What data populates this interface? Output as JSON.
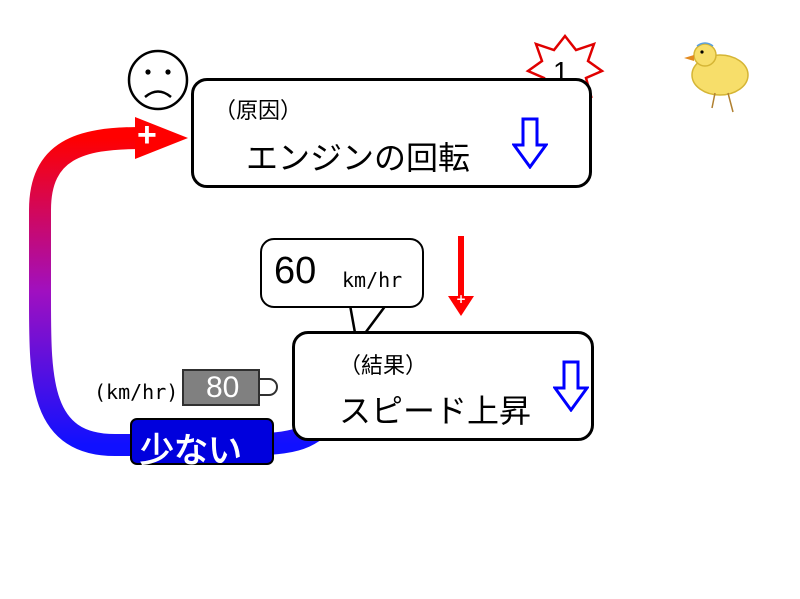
{
  "cause_box": {
    "tag": "（原因）",
    "label": "エンジンの回転",
    "trend_icon": "down-arrow-icon",
    "badge": "1",
    "badge_icon": "starburst-icon"
  },
  "effect_box": {
    "tag": "（結果）",
    "label": "スピード上昇",
    "trend_icon": "down-arrow-icon"
  },
  "speed_callout": {
    "value": "60",
    "unit": "km/hr"
  },
  "link_sign_cause_to_effect": "+",
  "loop_sign": "+",
  "speed_meter": {
    "unit": "(km/hr)",
    "value": "80"
  },
  "status_badge": "少ない",
  "face_icon": "sad-face-icon",
  "mascot_icon": "chick-drawing-icon",
  "colors": {
    "loop_start": "#1010ff",
    "loop_end": "#ff0000",
    "badge_fill": "#0000dd",
    "meter_fill": "#808080",
    "down_arrow": "#0000ff",
    "red_arrow": "#ff0000"
  }
}
